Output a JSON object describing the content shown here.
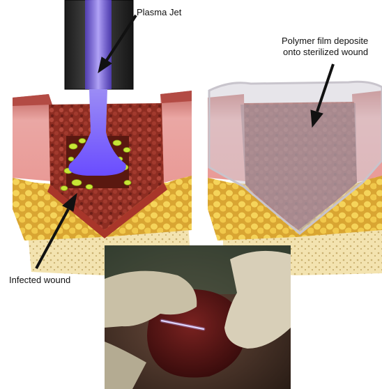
{
  "labels": {
    "plasma_jet": "Plasma Jet",
    "polymer_line1": "Polymer film deposite",
    "polymer_line2": "onto sterilized wound",
    "infected_wound": "Infected wound"
  },
  "colors": {
    "plasma": "#6a4cff",
    "bacteria": "#c8e636",
    "skin": "#e8a3a0",
    "fat": "#f0c84a",
    "tissue": "#8a2a1e",
    "bone": "#f3e3b0",
    "polymer": "#c9c4cc",
    "arrow": "#111111"
  }
}
